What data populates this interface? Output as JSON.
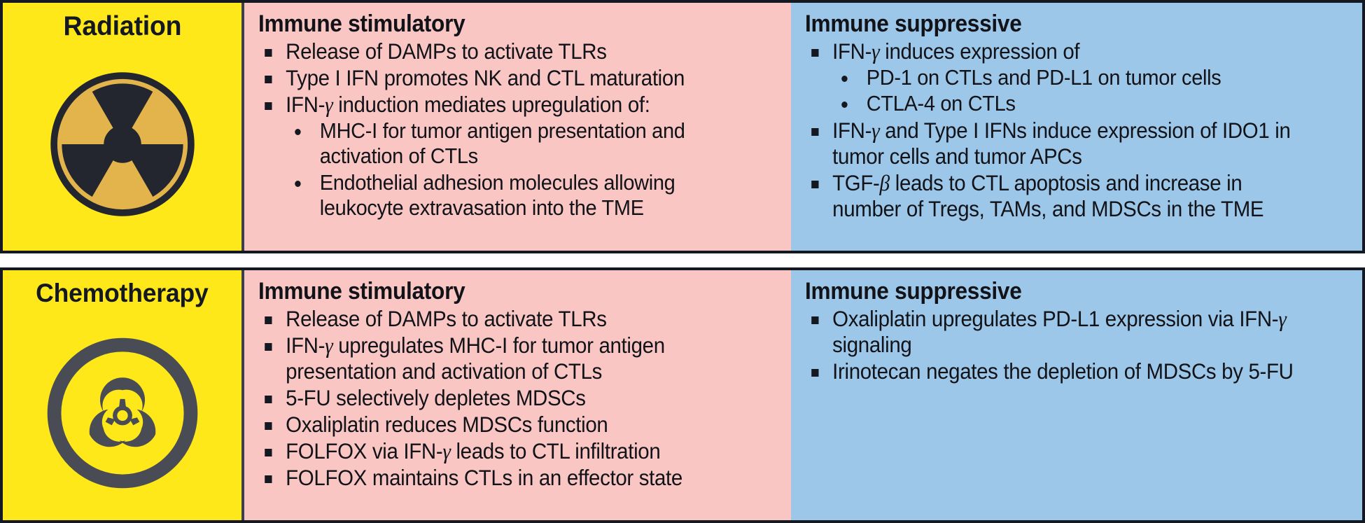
{
  "colors": {
    "label_bg": "#FFE81A",
    "stimulatory_bg": "#F9C6C4",
    "suppressive_bg": "#9DC7E8",
    "border": "#141821",
    "text": "#111318",
    "radiation_disc": "#E3B44C",
    "radiation_trefoil": "#23262F",
    "biohazard": "#4A4C55"
  },
  "rows": [
    {
      "id": "radiation",
      "label": "Radiation",
      "icon": "radiation-icon",
      "stimulatory": {
        "heading": "Immune stimulatory",
        "items": [
          {
            "level": 1,
            "text": "Release of DAMPs to activate TLRs"
          },
          {
            "level": 1,
            "text": "Type I IFN promotes NK and CTL maturation"
          },
          {
            "level": 1,
            "text": "IFN-γ induction mediates upregulation of:"
          },
          {
            "level": 2,
            "text": "MHC-I for tumor antigen presentation and activation of CTLs"
          },
          {
            "level": 2,
            "text": "Endothelial adhesion molecules allowing leukocyte extravasation into the TME"
          }
        ]
      },
      "suppressive": {
        "heading": "Immune suppressive",
        "items": [
          {
            "level": 1,
            "text": "IFN-γ  induces expression of"
          },
          {
            "level": 2,
            "text": "PD-1 on CTLs and PD-L1 on tumor cells"
          },
          {
            "level": 2,
            "text": "CTLA-4 on CTLs"
          },
          {
            "level": 1,
            "text": "IFN-γ and Type I IFNs induce expression of IDO1 in tumor cells and tumor APCs"
          },
          {
            "level": 1,
            "text": "TGF-β leads to CTL apoptosis and increase in number of Tregs, TAMs, and MDSCs in the TME"
          }
        ]
      }
    },
    {
      "id": "chemotherapy",
      "label": "Chemotherapy",
      "icon": "biohazard-icon",
      "stimulatory": {
        "heading": "Immune stimulatory",
        "items": [
          {
            "level": 1,
            "text": "Release of DAMPs to activate TLRs"
          },
          {
            "level": 1,
            "text": "IFN-γ upregulates MHC-I for tumor antigen presentation and activation of CTLs"
          },
          {
            "level": 1,
            "text": "5-FU selectively depletes MDSCs"
          },
          {
            "level": 1,
            "text": "Oxaliplatin reduces MDSCs function"
          },
          {
            "level": 1,
            "text": "FOLFOX via IFN-γ leads to CTL infiltration"
          },
          {
            "level": 1,
            "text": "FOLFOX maintains CTLs in an effector state"
          }
        ]
      },
      "suppressive": {
        "heading": "Immune suppressive",
        "items": [
          {
            "level": 1,
            "text": "Oxaliplatin upregulates PD-L1 expression via IFN-γ signaling"
          },
          {
            "level": 1,
            "text": "Irinotecan negates the depletion of MDSCs by 5-FU"
          }
        ]
      }
    }
  ]
}
